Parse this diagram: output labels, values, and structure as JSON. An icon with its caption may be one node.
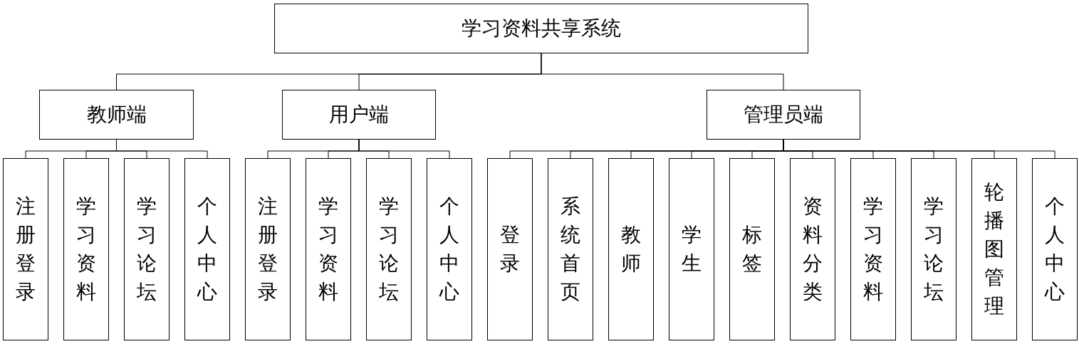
{
  "diagram": {
    "nodes": [
      {
        "text": [
          "学习资料共享系统"
        ]
      },
      {
        "text": [
          "教师端"
        ]
      },
      {
        "text": [
          "用户端"
        ]
      },
      {
        "text": [
          "管理员端"
        ]
      },
      {
        "text": [
          "注册登录"
        ]
      },
      {
        "text": [
          "学习资料"
        ]
      },
      {
        "text": [
          "学习论坛"
        ]
      },
      {
        "text": [
          "个人中心"
        ]
      },
      {
        "text": [
          "注册登录"
        ]
      },
      {
        "text": [
          "学习资料"
        ]
      },
      {
        "text": [
          "学习论坛"
        ]
      },
      {
        "text": [
          "个人中心"
        ]
      },
      {
        "text": [
          "登录"
        ]
      },
      {
        "text": [
          "系统首页"
        ]
      },
      {
        "text": [
          "教师"
        ]
      },
      {
        "text": [
          "学生"
        ]
      },
      {
        "text": [
          "标签"
        ]
      },
      {
        "text": [
          "资料分类"
        ]
      },
      {
        "text": [
          "学习资料"
        ]
      },
      {
        "text": [
          "学习论坛"
        ]
      },
      {
        "text": [
          "轮播图管理"
        ]
      },
      {
        "text": [
          "个人中心"
        ]
      }
    ],
    "edges": [
      {
        "from": 0,
        "to": 1,
        "arrow": "none"
      },
      {
        "from": 0,
        "to": 2,
        "arrow": "none"
      },
      {
        "from": 0,
        "to": 3,
        "arrow": "none"
      },
      {
        "from": 1,
        "to": 4,
        "arrow": "none"
      },
      {
        "from": 1,
        "to": 5,
        "arrow": "none"
      },
      {
        "from": 1,
        "to": 6,
        "arrow": "none"
      },
      {
        "from": 1,
        "to": 7,
        "arrow": "none"
      },
      {
        "from": 2,
        "to": 8,
        "arrow": "none"
      },
      {
        "from": 2,
        "to": 9,
        "arrow": "none"
      },
      {
        "from": 2,
        "to": 10,
        "arrow": "none"
      },
      {
        "from": 2,
        "to": 11,
        "arrow": "none"
      },
      {
        "from": 3,
        "to": 12,
        "arrow": "none"
      },
      {
        "from": 3,
        "to": 13,
        "arrow": "none"
      },
      {
        "from": 3,
        "to": 14,
        "arrow": "none"
      },
      {
        "from": 3,
        "to": 15,
        "arrow": "none"
      },
      {
        "from": 3,
        "to": 16,
        "arrow": "none"
      },
      {
        "from": 3,
        "to": 17,
        "arrow": "none"
      },
      {
        "from": 3,
        "to": 18,
        "arrow": "none"
      },
      {
        "from": 3,
        "to": 19,
        "arrow": "none"
      },
      {
        "from": 3,
        "to": 20,
        "arrow": "none"
      },
      {
        "from": 3,
        "to": 21,
        "arrow": "none"
      }
    ]
  }
}
